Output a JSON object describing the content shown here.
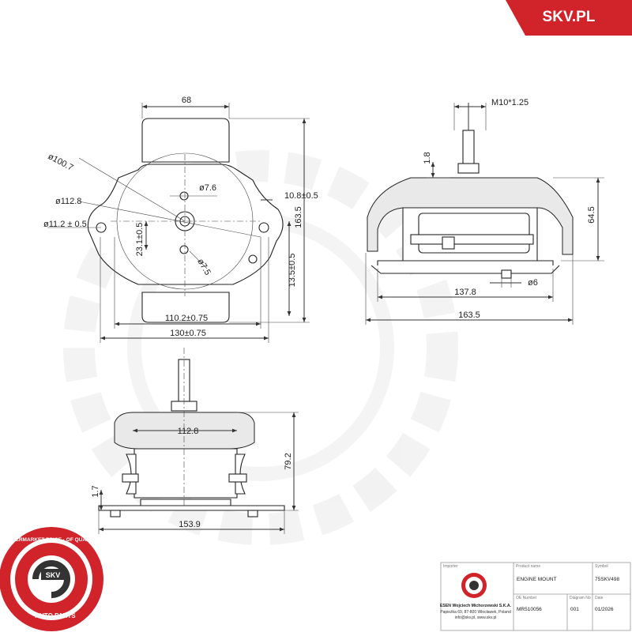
{
  "brand": {
    "logo_text": "SKV.PL",
    "logo_color": "#d0232a",
    "seal_outer_text": "AFTERMARKET PRICE · OF QUALITY",
    "seal_center": "SKV",
    "seal_bottom": "AUTO PARTS"
  },
  "dimensions": {
    "top": {
      "width_68": "68",
      "dia_100_7": "ø100.7",
      "dia_112_8": "ø112.8",
      "dia_11_2": "ø11.2 ± 0.5",
      "dia_7_6": "ø7.6",
      "dia_7_5": "ø7.5",
      "d_10_8": "10.8±0.5",
      "d_163_5_v": "163.5",
      "d_23_1": "23.1±0.5",
      "d_13_5": "13.5±0.5",
      "d_110_2": "110.2±0.75",
      "d_130": "130±0.75"
    },
    "side": {
      "thread": "M10*1.25",
      "d_1_8": "1.8",
      "d_64_5": "64.5",
      "d_6": "ø6",
      "d_137_8": "137.8",
      "d_163_5": "163.5"
    },
    "front": {
      "d_112_8": "112.8",
      "d_79_2": "79.2",
      "d_1_7": "1.7",
      "d_153_9": "153.9"
    }
  },
  "title_block": {
    "importer_label": "Importer",
    "company_name": "ESEN Wojciech Michorzewski S.K.A.",
    "company_address": "Papieżka 69, 87-800 Włocławek, Poland",
    "company_contact": "info@skv.pl, www.skv.pl",
    "product_name_label": "Product name",
    "product_name": "ENGINE MOUNT",
    "symbol_label": "Symbol",
    "symbol": "75SKV498",
    "oe_label": "OE Number",
    "oe_number": "MR510056",
    "diagram_label": "Diagram No",
    "diagram_no": "001",
    "date_label": "Date",
    "date": "01/2026"
  }
}
